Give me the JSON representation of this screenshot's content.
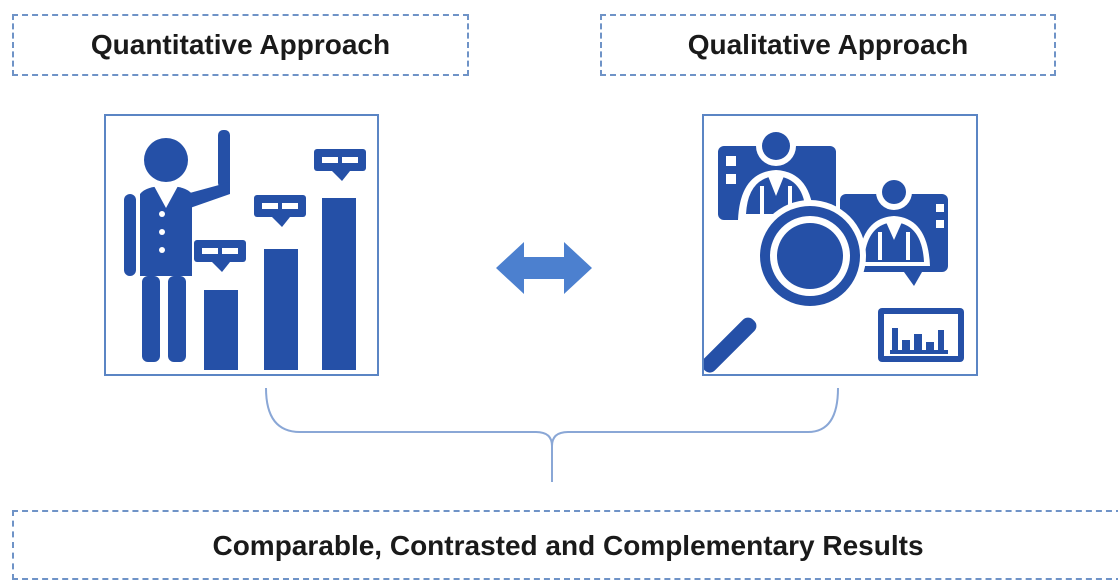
{
  "labels": {
    "quantitative": "Quantitative Approach",
    "qualitative": "Qualitative Approach",
    "results": "Comparable, Contrasted and Complementary Results"
  },
  "colors": {
    "icon_blue": "#2550a7",
    "frame_blue": "#5b85c4",
    "dashed_border": "#6f93c7",
    "arrow_blue": "#4c80cf",
    "bracket": "#8aa7d6"
  },
  "icons": {
    "quantitative": "presenter-bar-chart-icon",
    "qualitative": "people-magnifier-analytics-icon",
    "connector": "double-headed-arrow-icon"
  }
}
